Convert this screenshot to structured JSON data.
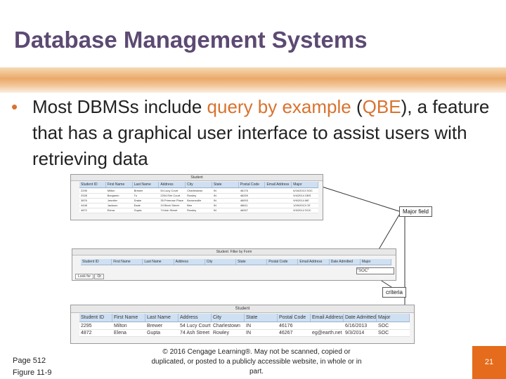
{
  "slide": {
    "title": "Database Management Systems",
    "bullet_pre": "Most DBMSs include ",
    "bullet_hl1": "query by example",
    "bullet_mid1": " (",
    "bullet_hl2": "QBE",
    "bullet_mid2": "), a feature that has a graphical user interface to assist users with retrieving data"
  },
  "figure": {
    "win1_title": "Student",
    "win1_headers": [
      "Student ID",
      "First Name",
      "Last Name",
      "Address",
      "City",
      "State",
      "Postal Code",
      "Email Address",
      "Major"
    ],
    "win1_rows": [
      [
        "2295",
        "Milton",
        "Brewer",
        "54 Lucy Court",
        "Charlestown",
        "IN",
        "46176",
        "",
        "6/16/2013 SOC"
      ],
      [
        "2928",
        "Benjamin",
        "Tu",
        "2204 Elm Court",
        "Rowley",
        "IN",
        "46259",
        "",
        "9/4/2014 OBS"
      ],
      [
        "3876",
        "Jennifer",
        "Drake",
        "35 Primrose Place",
        "Brownsville",
        "IN",
        "46093",
        "",
        "9/9/2014 ME"
      ],
      [
        "4448",
        "Jackson",
        "Eade",
        "19 Birch Street",
        "Bee",
        "IN",
        "46611",
        "",
        "10/9/2013 CE"
      ],
      [
        "4872",
        "Elena",
        "Gupta",
        "74 Ash Street",
        "Rowley",
        "IN",
        "46267",
        "",
        "9/3/2014 SOC"
      ]
    ],
    "win2_title": "Student: Filter by Form",
    "win2_headers": [
      "Student ID",
      "First Name",
      "Last Name",
      "Address",
      "City",
      "State",
      "Postal Code",
      "Email Address",
      "Date Admitted",
      "Major"
    ],
    "win2_criteria": "\"SOC\"",
    "win2_tab1": "Look for",
    "win2_tab2": "Or",
    "win3_title": "Student",
    "win3_headers": [
      "Student ID",
      "First Name",
      "Last Name",
      "Address",
      "City",
      "State",
      "Postal Code",
      "Email Address",
      "Date Admitted",
      "Major"
    ],
    "win3_rows": [
      [
        "2295",
        "Milton",
        "Brewer",
        "54 Lucy Court",
        "Charlestown",
        "IN",
        "46176",
        "",
        "6/16/2013",
        "SOC"
      ],
      [
        "4872",
        "Elena",
        "Gupta",
        "74 Ash Street",
        "Rowley",
        "IN",
        "46267",
        "eg@earth.net",
        "9/3/2014",
        "SOC"
      ]
    ],
    "callout_major": "Major field",
    "callout_criteria": "criteria"
  },
  "footer": {
    "page_ref": "Page 512",
    "figure_ref": "Figure 11-9",
    "copyright": "© 2016 Cengage Learning®. May not be scanned, copied or duplicated, or posted to a publicly accessible website, in whole or in part.",
    "slide_number": "21"
  },
  "colors": {
    "title": "#5c4a73",
    "accent": "#d9722e",
    "page_box": "#e46c1c"
  }
}
